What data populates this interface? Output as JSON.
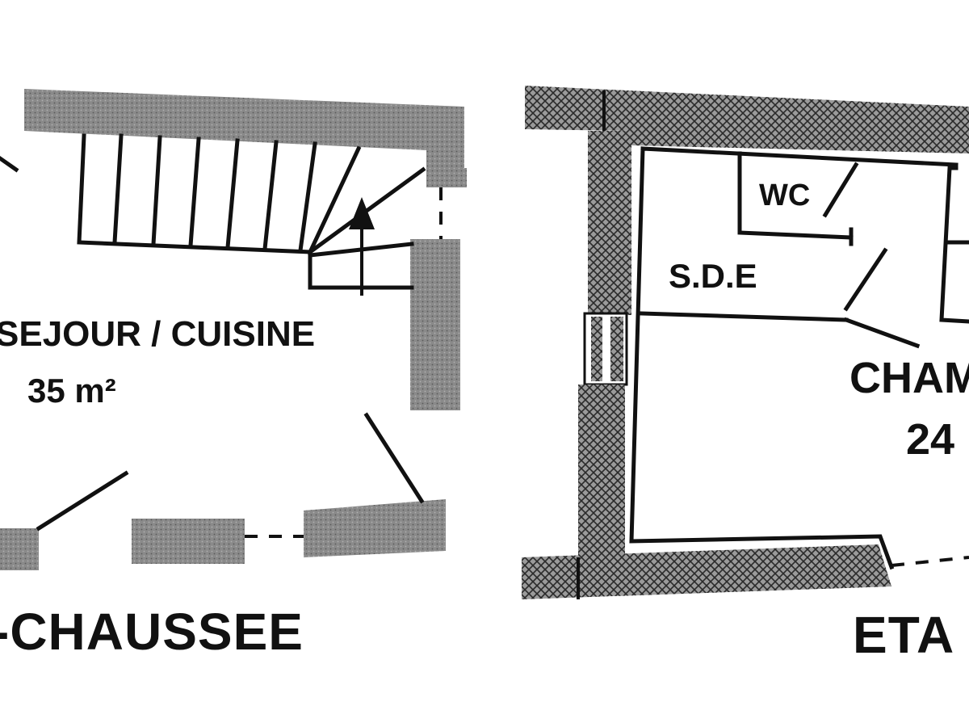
{
  "ground_floor": {
    "room_name": "SEJOUR / CUISINE",
    "room_area": "35 m²",
    "floor_label": "-CHAUSSEE"
  },
  "upper_floor": {
    "wc_label": "WC",
    "bathroom_label": "S.D.E",
    "bedroom_label": "CHAM",
    "bedroom_area": "24",
    "floor_label": "ETA"
  },
  "colors": {
    "wall_fill": "#7a7a7a",
    "hatch_wall_fill": "#5e5e5e",
    "line": "#111111",
    "background": "#ffffff"
  }
}
